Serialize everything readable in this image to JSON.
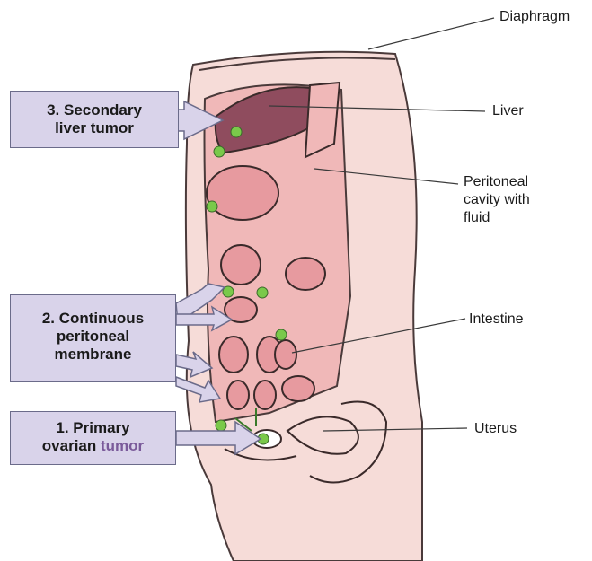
{
  "labels": {
    "diaphragm": "Diaphragm",
    "liver": "Liver",
    "peritoneal": [
      "Peritoneal",
      "cavity with",
      "fluid"
    ],
    "intestine": "Intestine",
    "uterus": "Uterus"
  },
  "callouts": {
    "secondary": [
      "3. Secondary",
      "liver tumor"
    ],
    "membrane": [
      "2. Continuous",
      "peritoneal",
      "membrane"
    ],
    "primary": [
      "1. Primary",
      "ovarian",
      "tumor"
    ]
  },
  "colors": {
    "body_fill": "#f6dcd8",
    "liver_fill": "#8f4c5e",
    "organ_fill": "#e79a9f",
    "cavity_fill": "#f0b8b8",
    "tumor_dot": "#7ac94a",
    "callout_fill": "#d9d3ea",
    "primary_accent": "#7a5a9a"
  }
}
